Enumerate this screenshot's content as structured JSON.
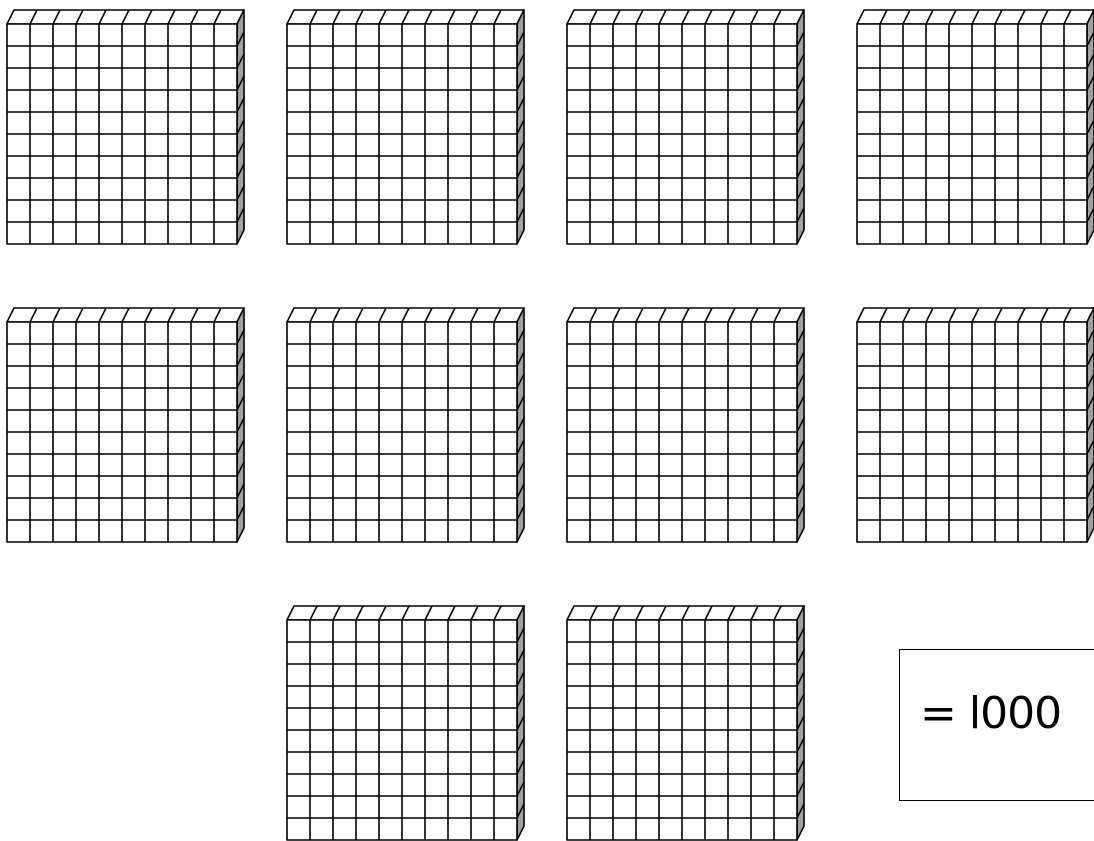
{
  "blocks": {
    "unit": "hundred-flat",
    "count": 10,
    "rows": [
      4,
      4,
      2
    ],
    "grid": "10x10",
    "colors": {
      "stroke": "#000000",
      "fill": "#ffffff",
      "side_shade": "#a0a0a0"
    }
  },
  "answer": {
    "text": "= l000"
  }
}
